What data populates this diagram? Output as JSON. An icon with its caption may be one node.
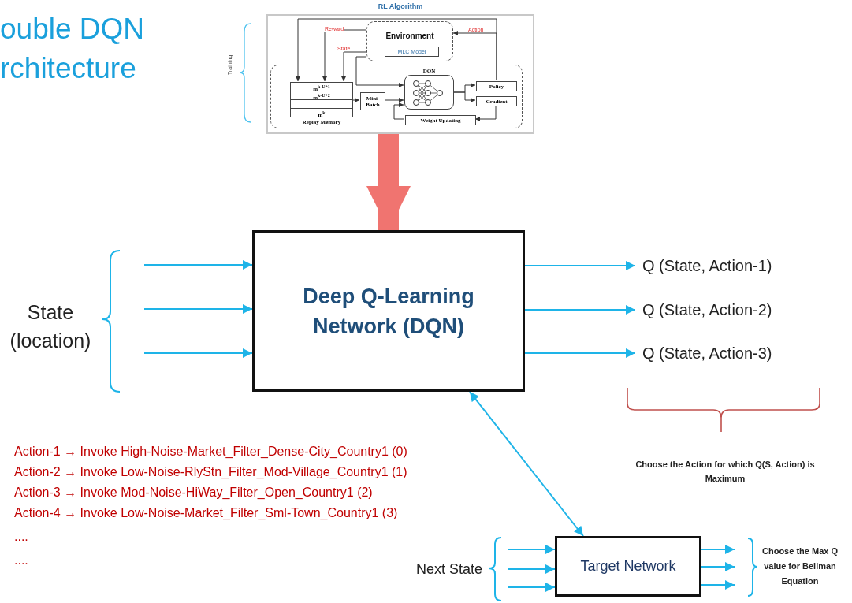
{
  "diagram": {
    "title": "ouble DQN rchitecture",
    "nodes": [
      {
        "text": [
          "RL Algorithm"
        ]
      },
      {
        "text": [],
        "shape": "box",
        "in": 0
      },
      {
        "text": [
          "Environment"
        ],
        "in": 0
      },
      {
        "text": [
          "MLC Model"
        ],
        "in": 2
      },
      {
        "text": [
          "m$^{k-U+1}$",
          "m$^{k-U+2}$",
          "⋮",
          "m$^{k}$",
          "Replay Memory"
        ],
        "in": 1
      },
      {
        "text": [
          "Mini-Batch"
        ],
        "in": 1
      },
      {
        "text": [
          "DQN"
        ],
        "in": 1
      },
      {
        "text": [
          "Policy"
        ],
        "in": 1
      },
      {
        "text": [
          "Gradient"
        ],
        "in": 1
      },
      {
        "text": [
          "Weight Updating"
        ],
        "in": 1
      },
      {
        "text": [
          "Deep Q-Learning Network (DQN)"
        ]
      },
      {
        "text": [
          "Q (State, Action-1)"
        ]
      },
      {
        "text": [
          "Q (State, Action-2)"
        ]
      },
      {
        "text": [
          "Q (State, Action-3)"
        ]
      },
      {
        "text": [
          "Target Network"
        ]
      }
    ],
    "edges": [
      {
        "from": 2,
        "to": 4,
        "arrow": "to",
        "label": "Reward",
        "color": "#333333"
      },
      {
        "from": 2,
        "to": 4,
        "arrow": "to",
        "label": "State",
        "color": "#333333"
      },
      {
        "from": 7,
        "to": 4,
        "arrow": "to",
        "color": "#333333"
      },
      {
        "from": 7,
        "to": 2,
        "arrow": "to",
        "label": "Action",
        "color": "#333333"
      },
      {
        "from": 2,
        "to": 6,
        "arrow": "to",
        "color": "#333333"
      },
      {
        "from": 4,
        "to": 5,
        "arrow": "to",
        "color": "#333333"
      },
      {
        "from": 5,
        "to": 6,
        "arrow": "to",
        "color": "#333333"
      },
      {
        "from": 6,
        "to": 7,
        "arrow": "to",
        "color": "#333333"
      },
      {
        "from": 6,
        "to": 8,
        "arrow": "to",
        "color": "#333333"
      },
      {
        "from": 8,
        "to": 9,
        "arrow": "to",
        "color": "#333333"
      },
      {
        "from": 9,
        "to": 6,
        "arrow": "to",
        "color": "#333333"
      },
      {
        "from": 0,
        "to": 10,
        "arrow": "to",
        "style": "thick",
        "color": "#f07470"
      },
      {
        "from": null,
        "to": 10,
        "arrow": "to"
      },
      {
        "from": null,
        "to": 10,
        "arrow": "to"
      },
      {
        "from": null,
        "to": 10,
        "arrow": "to"
      },
      {
        "from": 10,
        "to": 11,
        "arrow": "to"
      },
      {
        "from": 10,
        "to": 12,
        "arrow": "to"
      },
      {
        "from": 10,
        "to": 13,
        "arrow": "to"
      },
      {
        "from": 10,
        "to": 14,
        "arrow": "both"
      },
      {
        "from": null,
        "to": 14,
        "arrow": "to"
      },
      {
        "from": null,
        "to": 14,
        "arrow": "to"
      },
      {
        "from": null,
        "to": 14,
        "arrow": "to"
      },
      {
        "from": 14,
        "to": null,
        "arrow": "to"
      },
      {
        "from": 14,
        "to": null,
        "arrow": "to"
      },
      {
        "from": 14,
        "to": null,
        "arrow": "to"
      }
    ],
    "labels": [
      "Training",
      "State (location)",
      "Action-1 → Invoke High-Noise-Market_Filter_Dense-City_Country1 (0)",
      "Action-2 → Invoke Low-Noise-RlyStn_Filter_Mod-Village_Country1 (1)",
      "Action-3 → Invoke Mod-Noise-HiWay_Filter_Open_Country1 (2)",
      "Action-4 → Invoke Low-Noise-Market_Filter_Sml-Town_Country1 (3)",
      "....",
      "....",
      "Choose the Action for which Q(S, Action) is Maximum",
      "Next State",
      "Choose the Max Q value for Bellman Equation"
    ]
  }
}
